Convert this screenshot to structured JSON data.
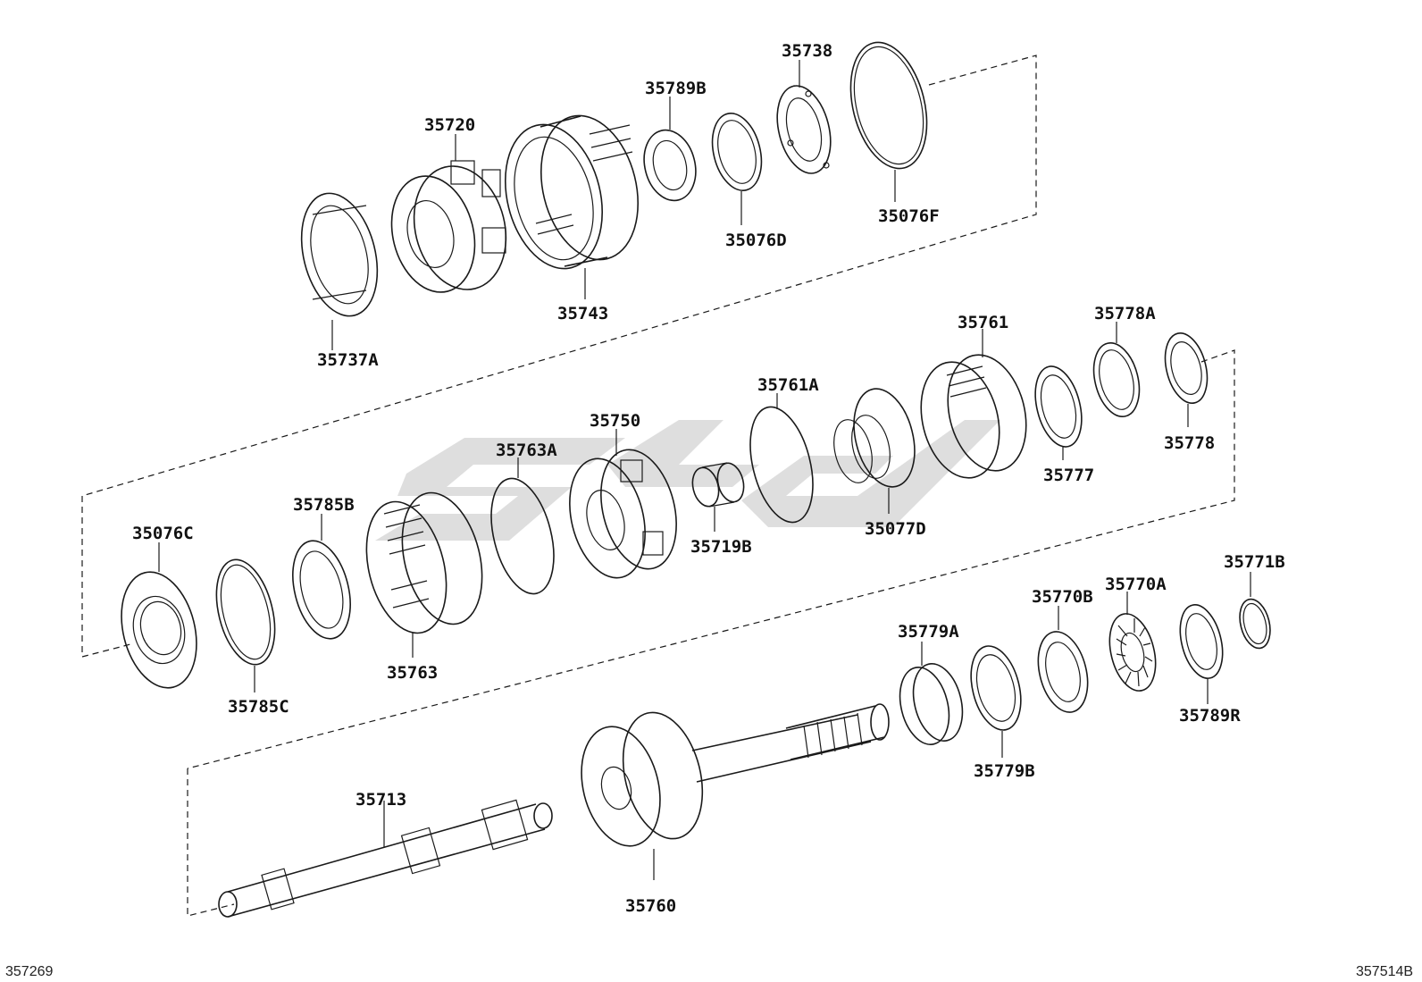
{
  "diagram": {
    "labels": {
      "p35720": "35720",
      "p35743": "35743",
      "p35737A": "35737A",
      "p35789B": "35789B",
      "p35738": "35738",
      "p35076D": "35076D",
      "p35076F": "35076F",
      "p35761": "35761",
      "p35778A": "35778A",
      "p35778": "35778",
      "p35777": "35777",
      "p35761A": "35761A",
      "p35077D": "35077D",
      "p35750": "35750",
      "p35763A": "35763A",
      "p35719B": "35719B",
      "p35076C": "35076C",
      "p35785B": "35785B",
      "p35785C": "35785C",
      "p35763": "35763",
      "p35771B": "35771B",
      "p35770A": "35770A",
      "p35770B": "35770B",
      "p35779A": "35779A",
      "p35789R": "35789R",
      "p35779B": "35779B",
      "p35713": "35713",
      "p35760": "35760"
    },
    "codes": {
      "left": "357269",
      "right": "357514B"
    }
  }
}
